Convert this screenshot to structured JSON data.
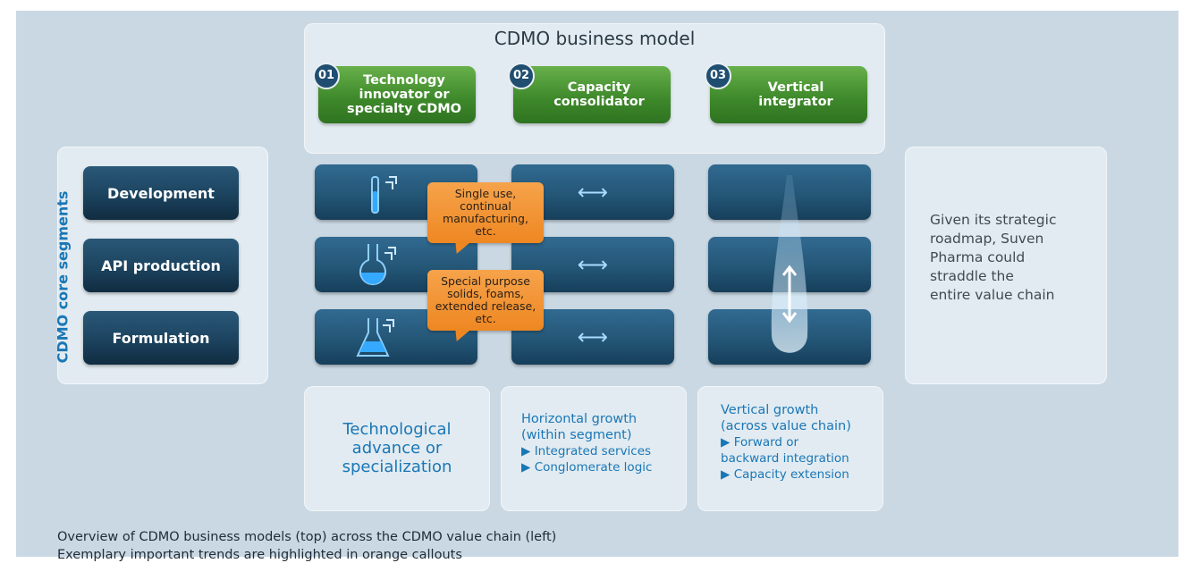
{
  "header": {
    "title": "CDMO business model"
  },
  "models": [
    {
      "number": "01",
      "label": "Technology\ninnovator or\nspecialty CDMO"
    },
    {
      "number": "02",
      "label": "Capacity\nconsolidator"
    },
    {
      "number": "03",
      "label": "Vertical\nintegrator"
    }
  ],
  "segments": {
    "axis_label": "CDMO core segments",
    "items": [
      "Development",
      "API production",
      "Formulation"
    ]
  },
  "callouts": [
    {
      "text": "Single use,\ncontinual\nmanufacturing, etc."
    },
    {
      "text": "Special purpose\nsolids, foams,\nextended release, etc."
    }
  ],
  "growth": {
    "tech": "Technological\nadvance or\nspecialization",
    "horizontal": {
      "title": "Horizontal growth\n(within segment)",
      "bullets": [
        "Integrated services",
        "Conglomerate logic"
      ]
    },
    "vertical": {
      "title": "Vertical growth\n(across value chain)",
      "bullets": [
        "Forward or\nbackward integration",
        "Capacity extension"
      ]
    }
  },
  "side_note": "Given its strategic\nroadmap, Suven\nPharma could\nstraddle the\nentire value chain",
  "caption": {
    "line1": "Overview of CDMO business models (top) across the CDMO value chain (left)",
    "line2": "Exemplary important trends are highlighted in orange callouts"
  },
  "colors": {
    "green": "#3f8a2c",
    "navy": "#1d4561",
    "orange": "#ee8722",
    "accent_blue": "#1a77b6"
  }
}
